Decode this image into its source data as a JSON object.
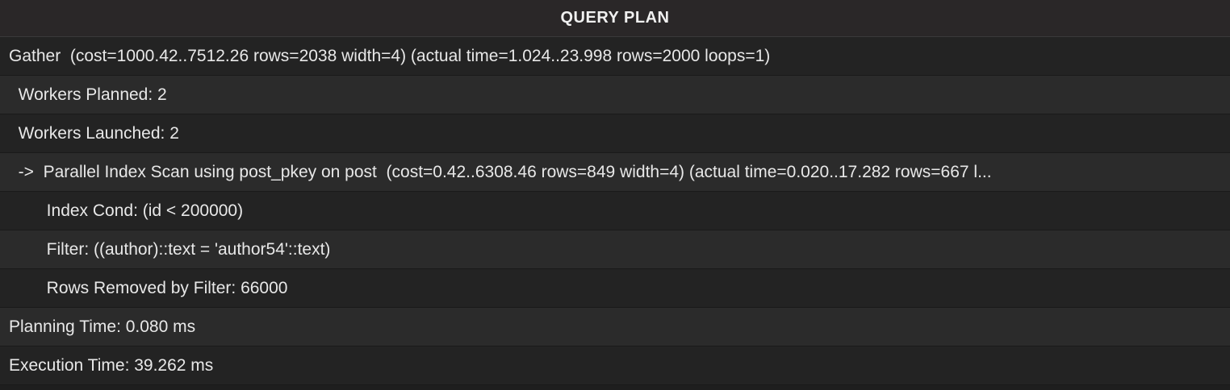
{
  "result": {
    "column_header": "QUERY PLAN",
    "rows": [
      "Gather  (cost=1000.42..7512.26 rows=2038 width=4) (actual time=1.024..23.998 rows=2000 loops=1)",
      "  Workers Planned: 2",
      "  Workers Launched: 2",
      "  ->  Parallel Index Scan using post_pkey on post  (cost=0.42..6308.46 rows=849 width=4) (actual time=0.020..17.282 rows=667 l...",
      "        Index Cond: (id < 200000)",
      "        Filter: ((author)::text = 'author54'::text)",
      "        Rows Removed by Filter: 66000",
      "Planning Time: 0.080 ms",
      "Execution Time: 39.262 ms"
    ]
  }
}
